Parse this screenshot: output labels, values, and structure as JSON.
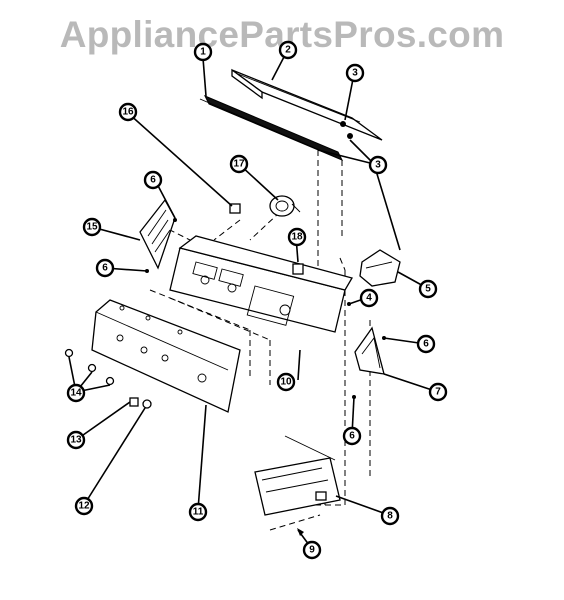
{
  "watermark": "AppliancePartsPros.com",
  "callouts": {
    "c1": "1",
    "c2": "2",
    "c3a": "3",
    "c3b": "3",
    "c4": "4",
    "c5": "5",
    "c6a": "6",
    "c6b": "6",
    "c6c": "6",
    "c6d": "6",
    "c7": "7",
    "c8": "8",
    "c9": "9",
    "c10": "10",
    "c11": "11",
    "c12": "12",
    "c13": "13",
    "c14": "14",
    "c15": "15",
    "c16": "16",
    "c17": "17",
    "c18": "18"
  }
}
